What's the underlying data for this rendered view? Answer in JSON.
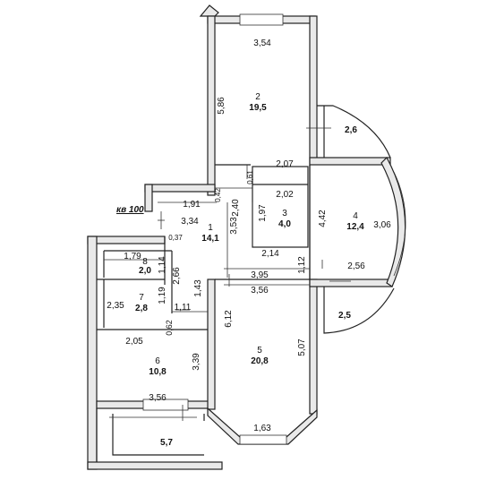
{
  "apartment_label": "кв 100",
  "rooms": [
    {
      "id": "room-1",
      "number": "1",
      "area": "14,1"
    },
    {
      "id": "room-2",
      "number": "2",
      "area": "19,5"
    },
    {
      "id": "room-3",
      "number": "3",
      "area": "4,0"
    },
    {
      "id": "room-4",
      "number": "4",
      "area": "12,4"
    },
    {
      "id": "room-5",
      "number": "5",
      "area": "20,8"
    },
    {
      "id": "room-6",
      "number": "6",
      "area": "10,8"
    },
    {
      "id": "room-7",
      "number": "7",
      "area": "2,8"
    },
    {
      "id": "room-8",
      "number": "8",
      "area": "2,0"
    }
  ],
  "balconies": [
    {
      "id": "balcony-top",
      "area": "2,6"
    },
    {
      "id": "balcony-right",
      "area": "2,5"
    },
    {
      "id": "balcony-bottom",
      "area": "5,7"
    }
  ],
  "dimensions": {
    "d_3_54": "3,54",
    "d_5_86": "5,86",
    "d_2_07": "2,07",
    "d_0_61": "0,61",
    "d_0_42": "0,42",
    "d_1_91": "1,91",
    "d_2_02": "2,02",
    "d_2_40": "2,40",
    "d_1_97": "1,97",
    "d_3_34": "3,34",
    "d_3_53": "3,53",
    "d_0_37": "0,37",
    "d_4_42": "4,42",
    "d_3_06": "3,06",
    "d_2_14": "2,14",
    "d_1_12": "1,12",
    "d_2_56": "2,56",
    "d_1_79": "1,79",
    "d_1_14": "1,14",
    "d_2_66": "2,66",
    "d_3_95": "3,95",
    "d_3_56_a": "3,56",
    "d_1_43": "1,43",
    "d_1_19": "1,19",
    "d_2_35": "2,35",
    "d_1_11": "1,11",
    "d_6_12": "6,12",
    "d_0_62": "0,62",
    "d_2_05": "2,05",
    "d_5_07": "5,07",
    "d_3_39": "3,39",
    "d_3_56_b": "3,56",
    "d_1_63": "1,63"
  }
}
